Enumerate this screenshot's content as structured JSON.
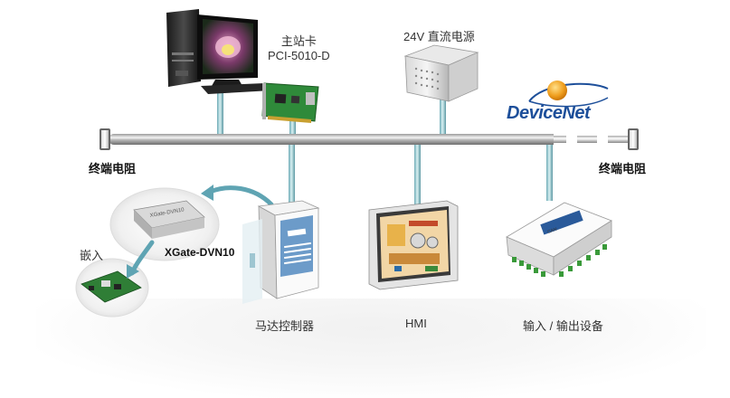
{
  "bus_name": "DeviceNet",
  "labels": {
    "master_card_line1": "主站卡",
    "master_card_line2": "PCI-5010-D",
    "power_supply": "24V 直流电源",
    "terminator_left": "终端电阻",
    "terminator_right": "终端电阻",
    "module_name": "XGate-DVN10",
    "embed": "嵌入",
    "motor_controller": "马达控制器",
    "hmi": "HMI",
    "io_device": "输入 / 输出设备"
  },
  "colors": {
    "bus": "#c0c0c0",
    "drop_cable": "#8cc5cc",
    "arrow": "#5fa4b3",
    "devicenet_text": "#1d4f9a",
    "devicenet_globe": "#f0a020"
  }
}
